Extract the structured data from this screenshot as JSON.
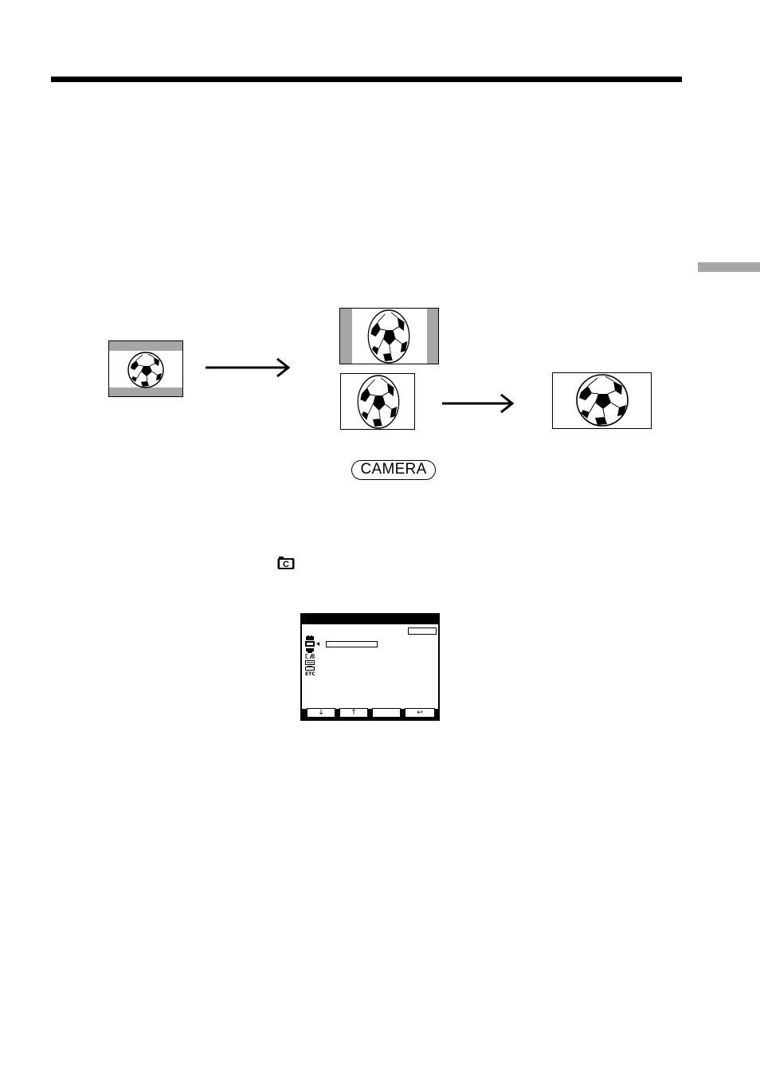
{
  "page": {
    "side_tab_color": "#a6a6a6",
    "letterbox_color": "#a6a6a6"
  },
  "illustration": {
    "frames": [
      {
        "name": "letterbox-4x3-frame",
        "icon": "soccer-ball-icon",
        "description_type": "letterboxed"
      },
      {
        "name": "pillarbox-16x9-frame",
        "icon": "soccer-ball-icon",
        "description_type": "pillarboxed"
      },
      {
        "name": "squeezed-4x3-frame",
        "icon": "soccer-ball-icon",
        "description_type": "squeezed"
      },
      {
        "name": "wide-16x9-frame",
        "icon": "soccer-ball-icon",
        "description_type": "wide"
      }
    ],
    "arrows": [
      "arrow-right-icon",
      "arrow-right-icon"
    ]
  },
  "mode_badge": {
    "label": "CAMERA"
  },
  "camera_menu_icon": "camera-setting-icon",
  "menu_screen": {
    "side_icons": [
      "manual-set-icon",
      "camera-set-icon",
      "vcr-set-icon",
      "lcd-vf-set-icon",
      "memory-set-icon",
      "cassette-icon",
      "etc-icon"
    ],
    "etc_label": "ETC",
    "buttons": [
      {
        "label": "↓",
        "icon": "arrow-down-icon"
      },
      {
        "label": "↑",
        "icon": "arrow-up-icon"
      },
      {
        "label": "",
        "icon": "execute-button"
      },
      {
        "label": "↩",
        "icon": "return-icon"
      }
    ]
  }
}
